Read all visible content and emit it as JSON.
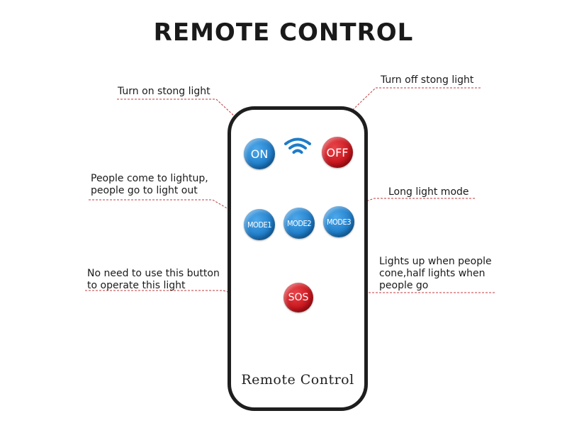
{
  "title": "REMOTE CONTROL",
  "labels": {
    "turn_on": "Turn on stong light",
    "turn_off": "Turn off stong light",
    "mode1_line1": "People come to lightup,",
    "mode1_line2": "people go to light out",
    "mode3": "Long light mode",
    "mode2_line1": "Lights up when people",
    "mode2_line2": "cone,half lights when",
    "mode2_line3": "people go",
    "sos_line1": "No need to use this button",
    "sos_line2": "to operate this light"
  },
  "remote": {
    "buttons": {
      "on": "ON",
      "off": "OFF",
      "mode1": "MODE1",
      "mode2": "MODE2",
      "mode3": "MODE3",
      "sos": "SOS"
    },
    "brand_text": "Remote Control"
  },
  "icons": {
    "signal": "wifi-signal-icon"
  },
  "colors": {
    "blue_button": "#1e7cc8",
    "red_button": "#c8151c",
    "leader_line": "#c0393b"
  }
}
